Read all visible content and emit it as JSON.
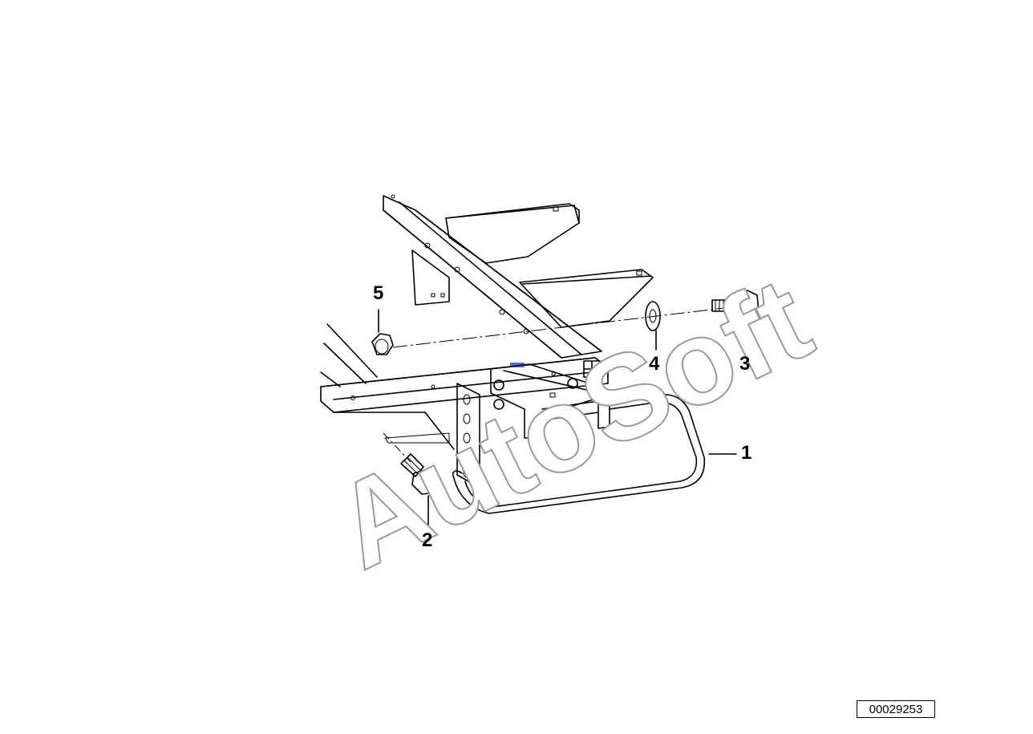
{
  "watermark": "AutoSoft",
  "callouts": [
    "1",
    "2",
    "3",
    "4",
    "5"
  ],
  "part_number": "00029253",
  "colors": {
    "line": "#000000",
    "watermark_stroke": "#9a9a9a",
    "accent": "#4a6fd8"
  }
}
